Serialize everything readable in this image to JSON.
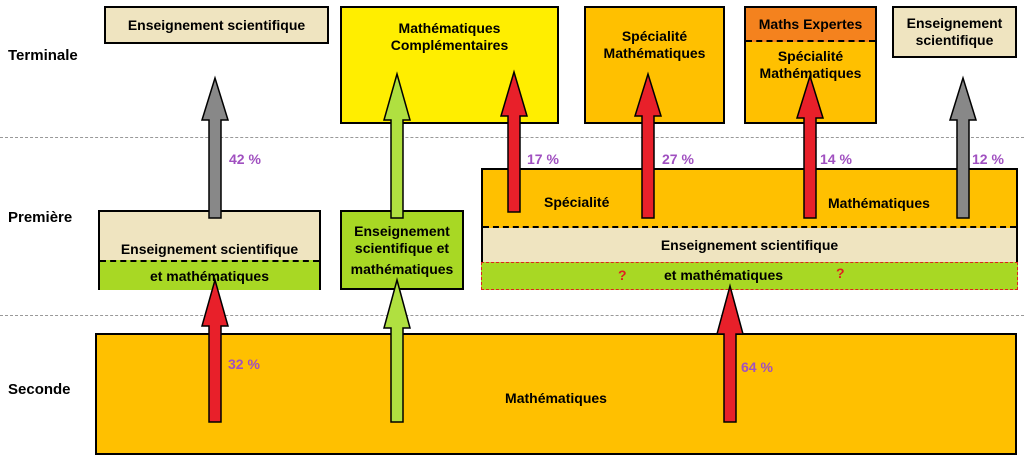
{
  "levels": {
    "terminale": "Terminale",
    "premiere": "Première",
    "seconde": "Seconde"
  },
  "terminale": {
    "ens_sci": "Enseignement scientifique",
    "maths_comp_1": "Mathématiques",
    "maths_comp_2": "Complémentaires",
    "spe_maths_1": "Spécialité",
    "spe_maths_2": "Mathématiques",
    "maths_expertes": "Maths Expertes",
    "spe_maths_b_1": "Spécialité",
    "spe_maths_b_2": "Mathématiques",
    "ens_sci_b_1": "Enseignement",
    "ens_sci_b_2": "scientifique"
  },
  "premiere": {
    "esm_top": "Enseignement scientifique",
    "esm_bottom": "et mathématiques",
    "esm2_1": "Enseignement",
    "esm2_2": "scientifique et",
    "esm2_3": "mathématiques",
    "spe_left": "Spécialité",
    "spe_right": "Mathématiques",
    "ens_sci": "Enseignement scientifique",
    "et_maths": "et mathématiques",
    "question_mark": "?"
  },
  "seconde": {
    "maths": "Mathématiques"
  },
  "percentages": {
    "p42": "42 %",
    "p17": "17 %",
    "p27": "27 %",
    "p14": "14 %",
    "p12": "12 %",
    "p32": "32 %",
    "p64": "64 %"
  },
  "colors": {
    "cream": "#efe4c0",
    "yellow": "#ffee00",
    "orange": "#ffc000",
    "dark_orange": "#f4821e",
    "green": "#a8d824",
    "red_arrow": "#e8202a",
    "green_arrow": "#b0e040",
    "gray_arrow": "#888888",
    "percent": "#a050c0"
  }
}
